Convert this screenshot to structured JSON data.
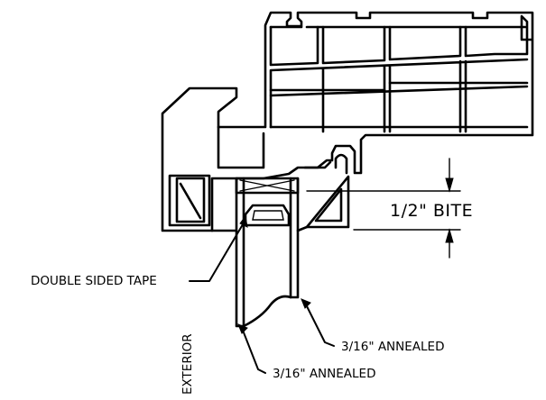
{
  "labels": {
    "bite": "1/2\"  BITE",
    "tape": "DOUBLE SIDED TAPE",
    "glass_inner": "3/16\" ANNEALED",
    "glass_outer": "3/16\" ANNEALED",
    "exterior": "EXTERIOR"
  },
  "colors": {
    "line": "#000000",
    "background": "#ffffff"
  }
}
